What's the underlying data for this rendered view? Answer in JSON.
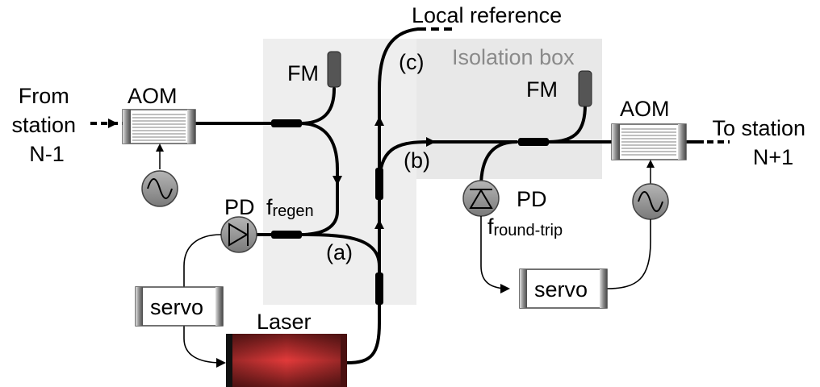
{
  "labels": {
    "local_reference": "Local reference",
    "isolation_box": "Isolation box",
    "from_station": [
      "From",
      "station",
      "N-1"
    ],
    "to_station": [
      "To station",
      "N+1"
    ],
    "aom_left": "AOM",
    "aom_right": "AOM",
    "fm_left": "FM",
    "fm_right": "FM",
    "pd_left": "PD",
    "pd_right": "PD",
    "f_regen_main": "f",
    "f_regen_sub": "regen",
    "f_roundtrip_main": "f",
    "f_roundtrip_sub": "round-trip",
    "servo_left": "servo",
    "servo_right": "servo",
    "laser": "Laser",
    "point_a": "(a)",
    "point_b": "(b)",
    "point_c": "(c)"
  },
  "colors": {
    "fiber": "#000000",
    "isolation_box": "#eeeeee",
    "laser": "#d42a2a",
    "component_gray": "#8c8c8c",
    "coupler": "#000000"
  },
  "icons": [
    "acousto-optic-modulator",
    "faraday-mirror",
    "photodiode",
    "rf-oscillator",
    "fiber-coupler",
    "laser"
  ]
}
